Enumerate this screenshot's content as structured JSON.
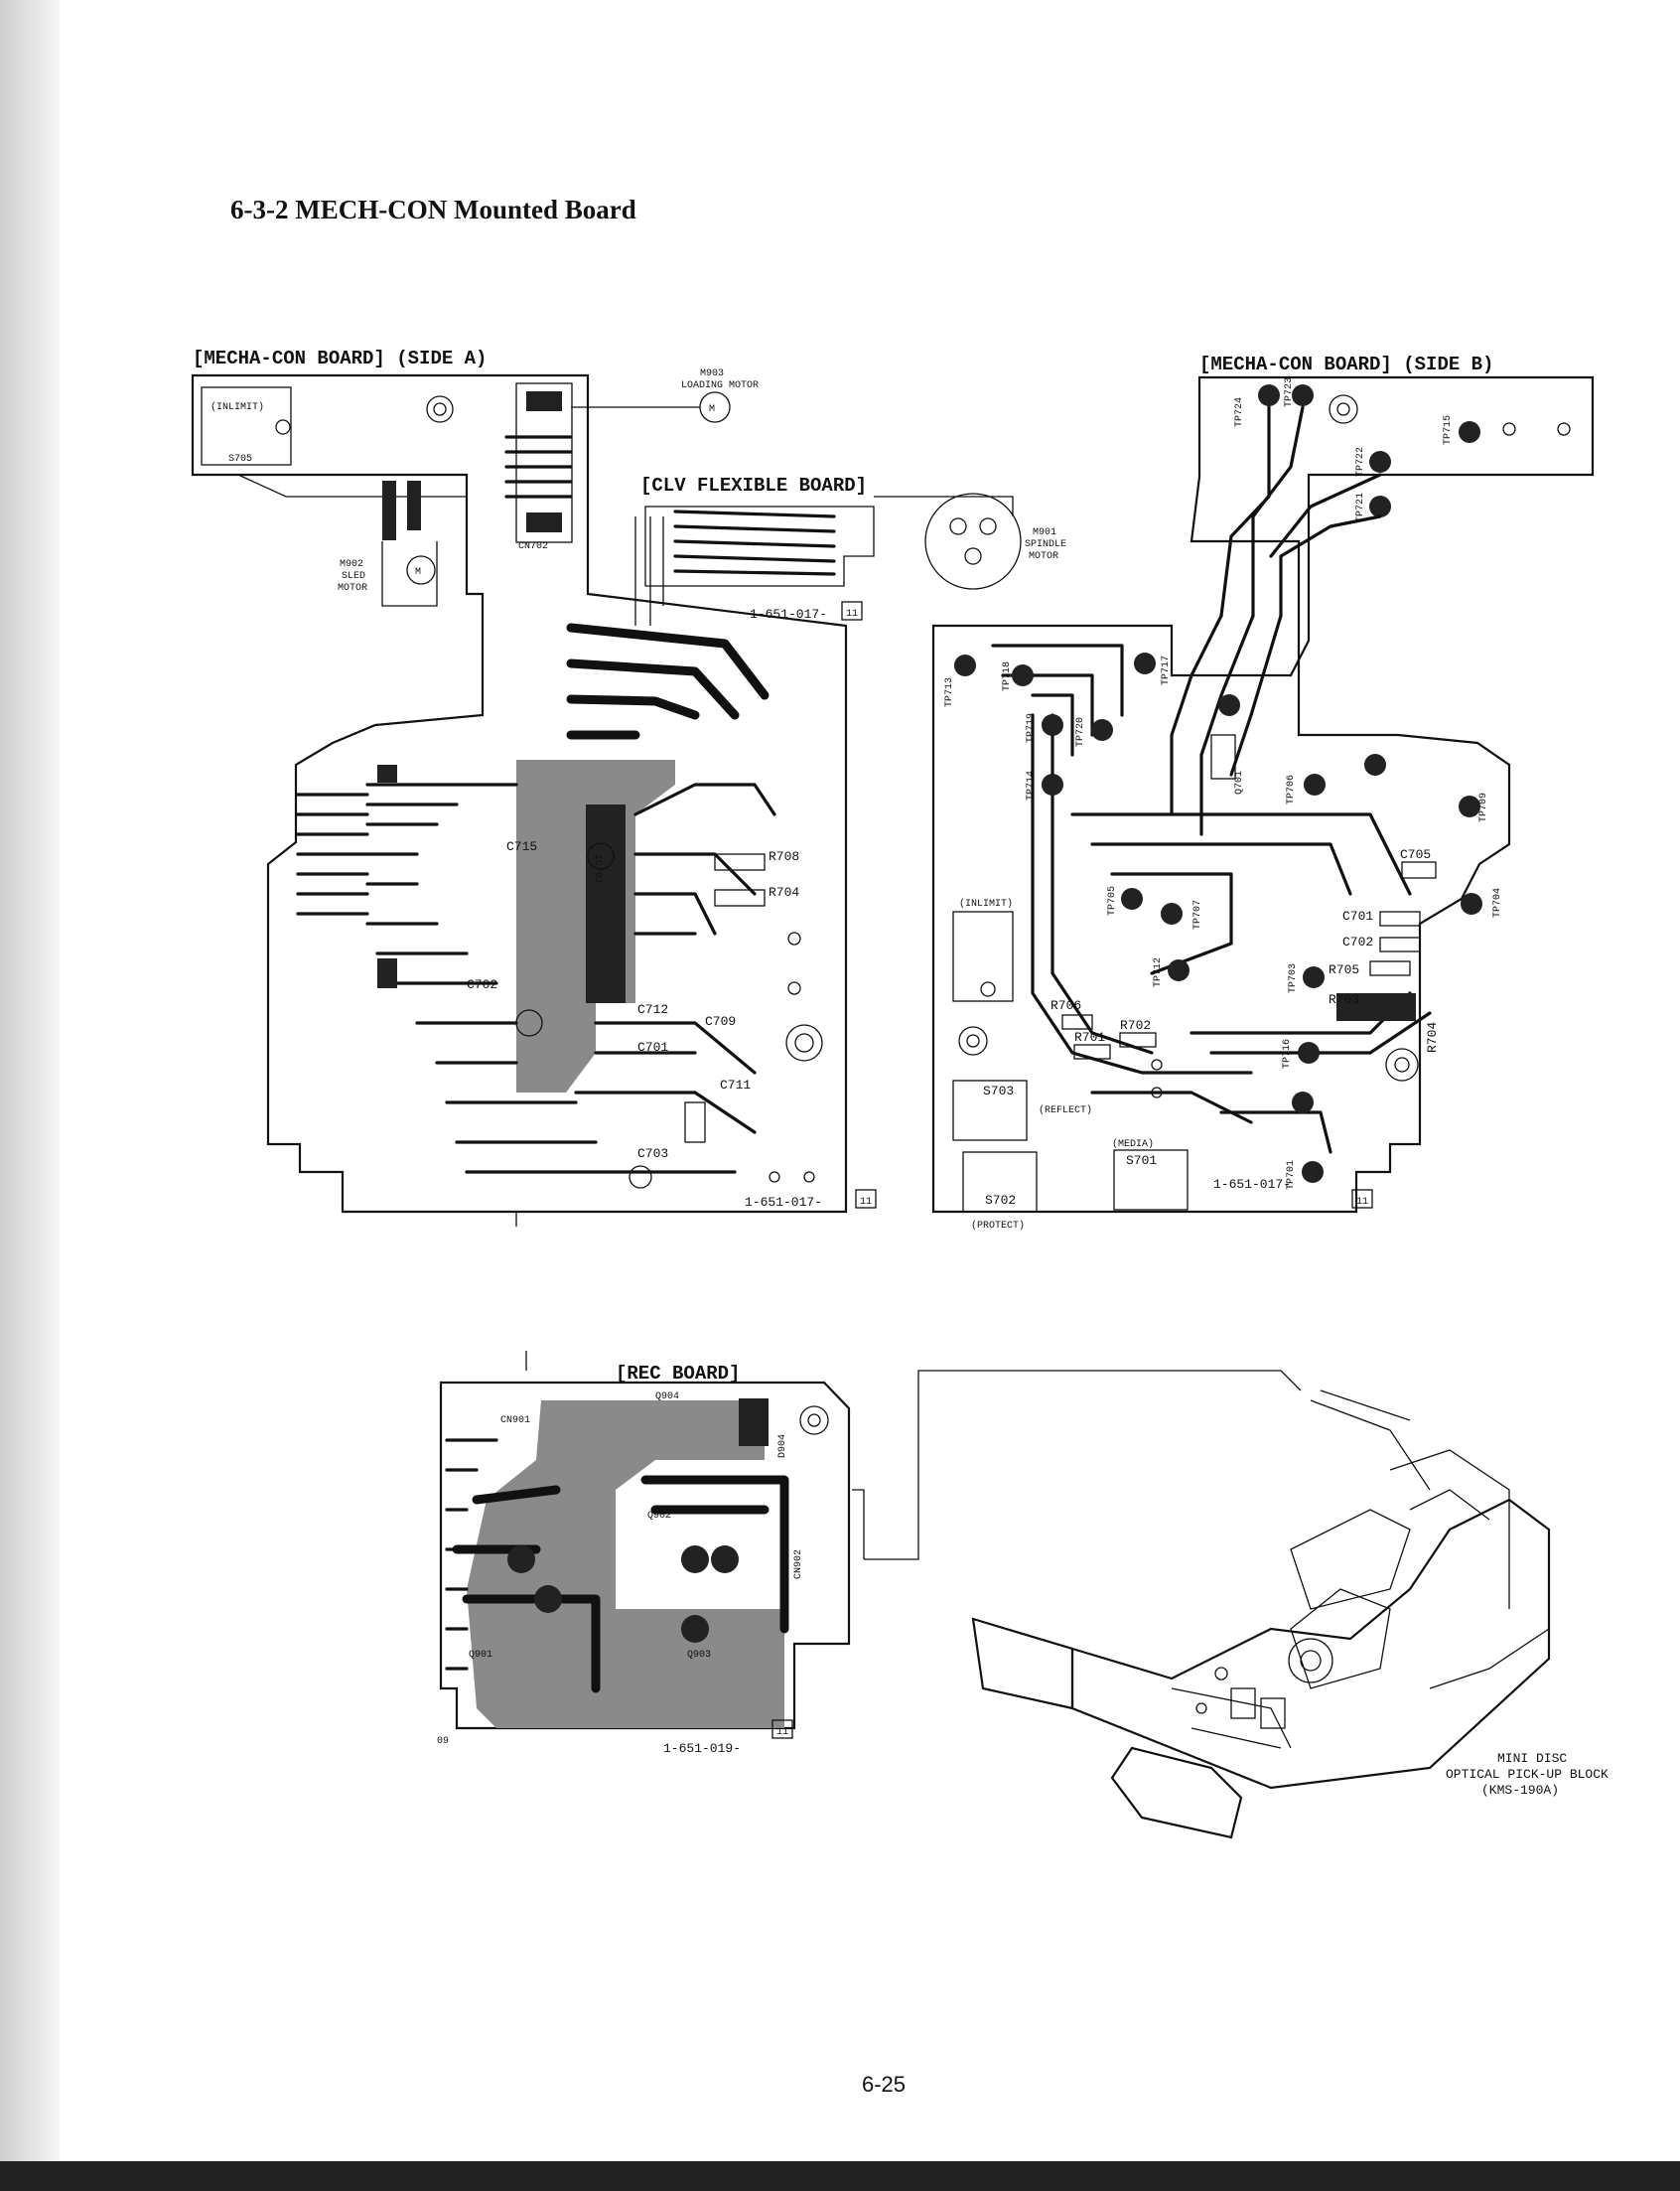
{
  "section_title": "6-3-2  MECH-CON Mounted Board",
  "page_number": "6-25",
  "side_a": {
    "title": "[MECHA-CON BOARD] (SIDE A)",
    "part_number": "1-651-017-",
    "box": "11",
    "labels": {
      "s705": "S705",
      "inlimit": "(INLIMIT)",
      "cn702": "CN702",
      "m902_1": "M902",
      "m902_2": "SLED",
      "m902_3": "MOTOR",
      "m903_1": "M903",
      "m903_2": "LOADING MOTOR",
      "r708": "R708",
      "r704": "R704",
      "c715": "C715",
      "c701": "C701",
      "c702": "C702",
      "c711": "C711",
      "c712": "C712",
      "c703": "C703",
      "c709": "C709",
      "ic701": "IC701"
    }
  },
  "clv": {
    "title": "[CLV FLEXIBLE BOARD]",
    "part_number": "1-651-017-",
    "box": "11",
    "m901_1": "M901",
    "m901_2": "SPINDLE",
    "m901_3": "MOTOR"
  },
  "side_b": {
    "title": "[MECHA-CON BOARD] (SIDE B)",
    "part_number": "1-651-017-",
    "box": "11",
    "labels": {
      "inlimit": "(INLIMIT)",
      "s703": "S703",
      "reflect": "(REFLECT)",
      "s702": "S702",
      "protect": "(PROTECT)",
      "s701": "S701",
      "media": "(MEDIA)",
      "r706": "R706",
      "r701": "R701",
      "r702": "R702",
      "r705": "R705",
      "r703": "R703",
      "r704": "R704",
      "c701": "C701",
      "c702": "C702",
      "c705": "C705",
      "q701": "Q701",
      "tp713": "TP713",
      "tp718": "TP718",
      "tp719": "TP719",
      "tp720": "TP720",
      "tp714": "TP714",
      "tp717": "TP717",
      "tp706": "TP706",
      "tp705": "TP705",
      "tp707": "TP707",
      "tp712": "TP712",
      "tp703": "TP703",
      "tp716": "TP716",
      "tp709": "TP709",
      "tp704": "TP704",
      "tp715": "TP715",
      "tp722": "TP722",
      "tp721": "TP721",
      "tp723": "TP723",
      "tp724": "TP724",
      "tp701": "TP701"
    }
  },
  "rec_board": {
    "title": "[REC BOARD]",
    "part_number": "1-651-019-",
    "box": "11",
    "corner": "09",
    "labels": {
      "cn901": "CN901",
      "cn902": "CN902",
      "q904": "Q904",
      "q901": "Q901",
      "q902": "Q902",
      "q903": "Q903",
      "d904": "D904"
    }
  },
  "pickup": {
    "line1": "MINI DISC",
    "line2": "OPTICAL  PICK-UP BLOCK",
    "line3": "(KMS-190A)"
  }
}
